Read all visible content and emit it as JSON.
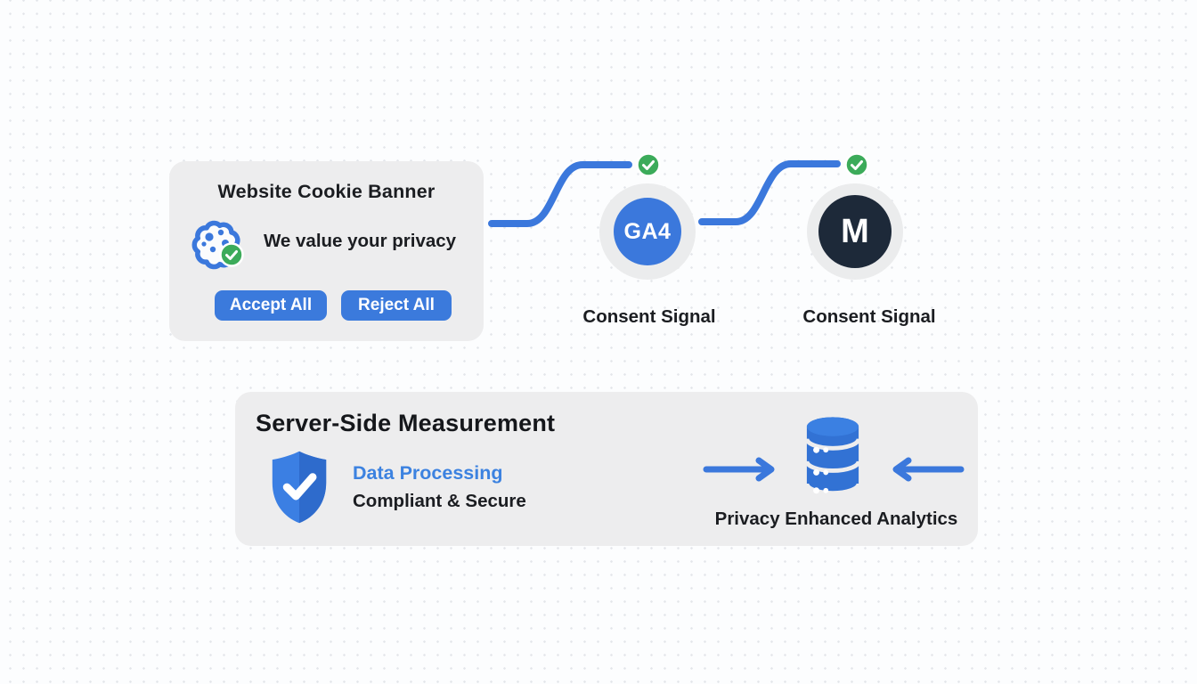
{
  "colors": {
    "primary_blue": "#3b7adc",
    "dark_navy": "#1d2939",
    "success_green": "#3cab5a",
    "card_gray": "#ededee",
    "text_dark": "#1b1d21",
    "background": "#fcfdfe"
  },
  "icons": {
    "cookie_icon": "cookie-with-chips",
    "consent_check_icon": "check-circle",
    "shield_icon": "shield-with-check",
    "database_icon": "database-cylinder",
    "arrow_right_icon": "arrow-right",
    "arrow_left_icon": "arrow-left"
  },
  "cookie_banner": {
    "title": "Website Cookie Banner",
    "message": "We value your privacy",
    "accept_label": "Accept All",
    "reject_label": "Reject All"
  },
  "nodes": [
    {
      "id": "ga4",
      "label": "GA4",
      "caption": "Consent Signal"
    },
    {
      "id": "m",
      "label": "M",
      "caption": "Consent Signal"
    }
  ],
  "server_card": {
    "title": "Server-Side Measurement",
    "line1": "Data Processing",
    "line2": "Compliant & Secure",
    "analytics_caption": "Privacy Enhanced Analytics"
  }
}
